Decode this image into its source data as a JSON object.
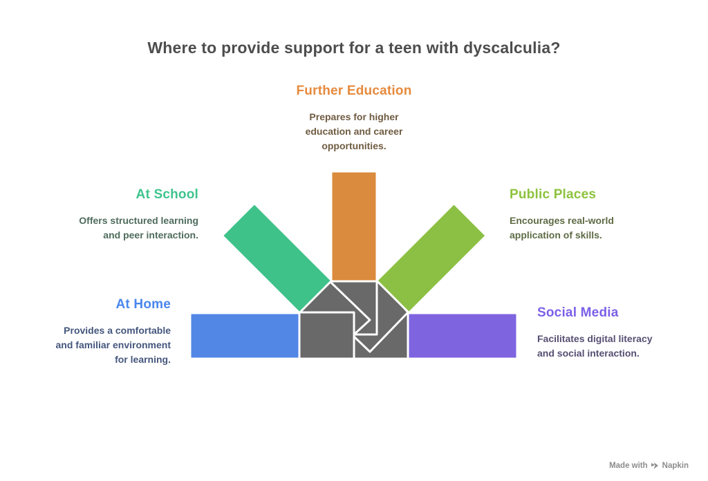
{
  "title": {
    "text": "Where to provide support for a teen with dyscalculia?",
    "color": "#4D4D4D"
  },
  "sections": [
    {
      "id": "further-education",
      "label": "Further Education",
      "description": "Prepares for higher\neducation and career\nopportunities.",
      "label_color": "#E78A3D",
      "description_color": "#6F5B41",
      "bar_color": "#DB8B3D"
    },
    {
      "id": "at-school",
      "label": "At School",
      "description": "Offers structured learning\nand peer interaction.",
      "label_color": "#3EC48D",
      "description_color": "#4E6B5C",
      "bar_color": "#3EC289"
    },
    {
      "id": "public-places",
      "label": "Public Places",
      "description": "Encourages real-world\napplication of skills.",
      "label_color": "#8CC23C",
      "description_color": "#5E6B45",
      "bar_color": "#8CC044"
    },
    {
      "id": "at-home",
      "label": "At Home",
      "description": "Provides a comfortable\nand familiar environment\nfor learning.",
      "label_color": "#4A86EC",
      "description_color": "#44567D",
      "bar_color": "#5287E6"
    },
    {
      "id": "social-media",
      "label": "Social Media",
      "description": "Facilitates digital literacy\nand social interaction.",
      "label_color": "#7C60E8",
      "description_color": "#564E72",
      "bar_color": "#7F64E0"
    }
  ],
  "diagram": {
    "center_color": "#696969",
    "outline_color": "#FFFFFF"
  },
  "watermark": {
    "prefix": "Made with",
    "brand": "Napkin",
    "color": "#8C8C8C"
  }
}
